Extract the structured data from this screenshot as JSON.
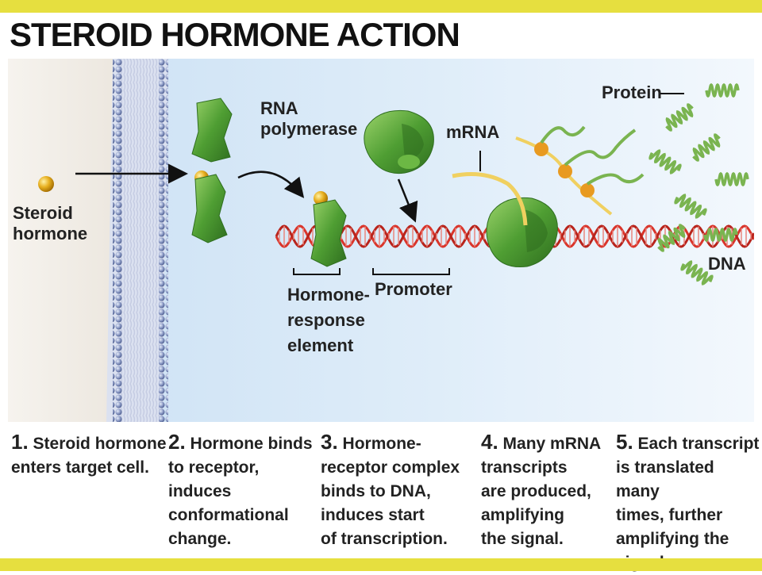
{
  "title": "STEROID HORMONE ACTION",
  "labels": {
    "steroid_hormone": "Steroid\nhormone",
    "rna_polymerase": "RNA\npolymerase",
    "mrna": "mRNA",
    "protein": "Protein",
    "dna": "DNA",
    "hormone_response_element": "Hormone-\nresponse\nelement",
    "promoter": "Promoter"
  },
  "steps": [
    {
      "num": "1.",
      "text": "Steroid hormone\nenters target cell."
    },
    {
      "num": "2.",
      "text": "Hormone binds\nto receptor,\ninduces\nconformational\nchange."
    },
    {
      "num": "3.",
      "text": "Hormone-\nreceptor complex\nbinds to DNA,\ninduces start\nof transcription."
    },
    {
      "num": "4.",
      "text": "Many mRNA\ntranscripts\nare produced,\namplifying\nthe signal."
    },
    {
      "num": "5.",
      "text": "Each transcript\nis translated many\ntimes, further\namplifying the\nsignal."
    }
  ],
  "colors": {
    "accent_bar": "#e6df3f",
    "protein_green": "#5aa83a",
    "dna_red": "#d9352b",
    "hormone_gold": "#e8b020",
    "membrane_blue": "#6b7fb0"
  }
}
